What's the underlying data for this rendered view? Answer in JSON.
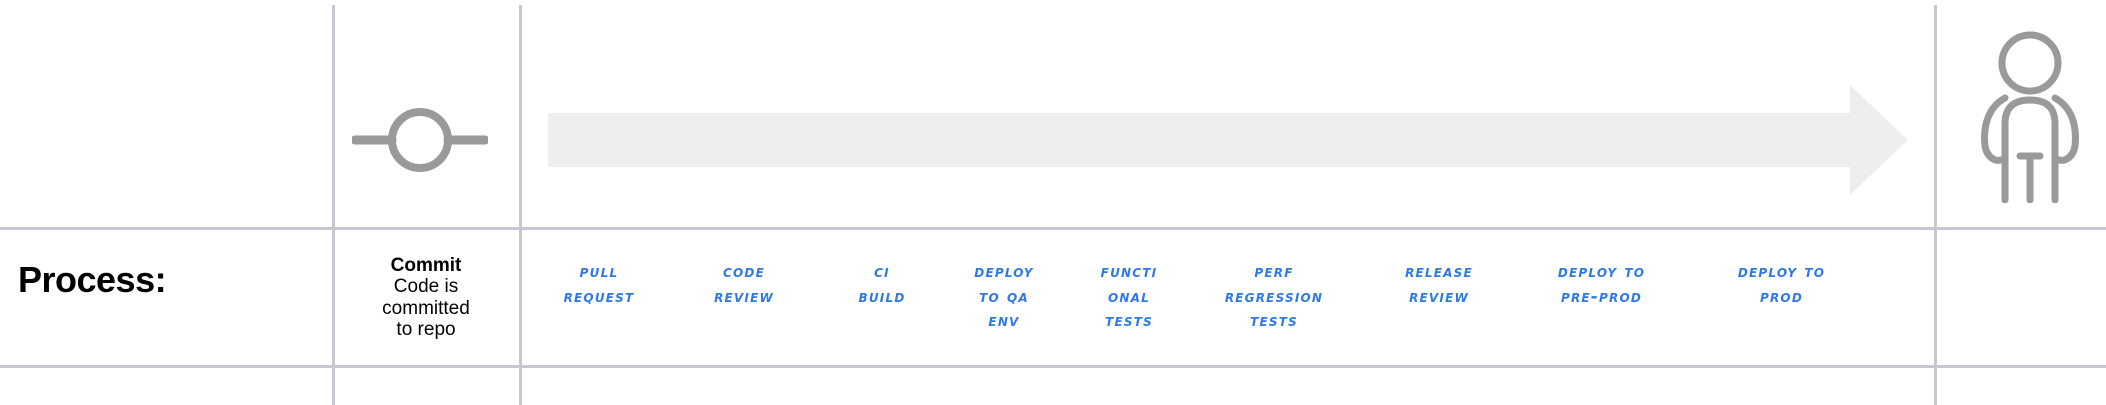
{
  "colors": {
    "grid_line": "#c5c8d0",
    "icon_gray": "#9a9a9a",
    "arrow_fill": "#eeeeee",
    "stage_blue": "#2f7ae0",
    "text_black": "#000000"
  },
  "row_label": {
    "process": "Process:"
  },
  "commit_cell": {
    "title": "Commit",
    "description": "Code is\ncommitted\nto repo"
  },
  "icons": {
    "commit_node": "commit-node-icon",
    "pipeline_arrow": "right-arrow-icon",
    "person": "person-icon"
  },
  "stages": [
    {
      "label": "Pull\nrequest"
    },
    {
      "label": "Code\nreview"
    },
    {
      "label": "CI\nbuild"
    },
    {
      "label": "Deploy\nto QA\nenv"
    },
    {
      "label": "Functi\nonal\ntests"
    },
    {
      "label": "Perf\nregression\ntests"
    },
    {
      "label": "Release\nreview"
    },
    {
      "label": "Deploy to\npre-prod"
    },
    {
      "label": "Deploy to\nprod"
    }
  ]
}
